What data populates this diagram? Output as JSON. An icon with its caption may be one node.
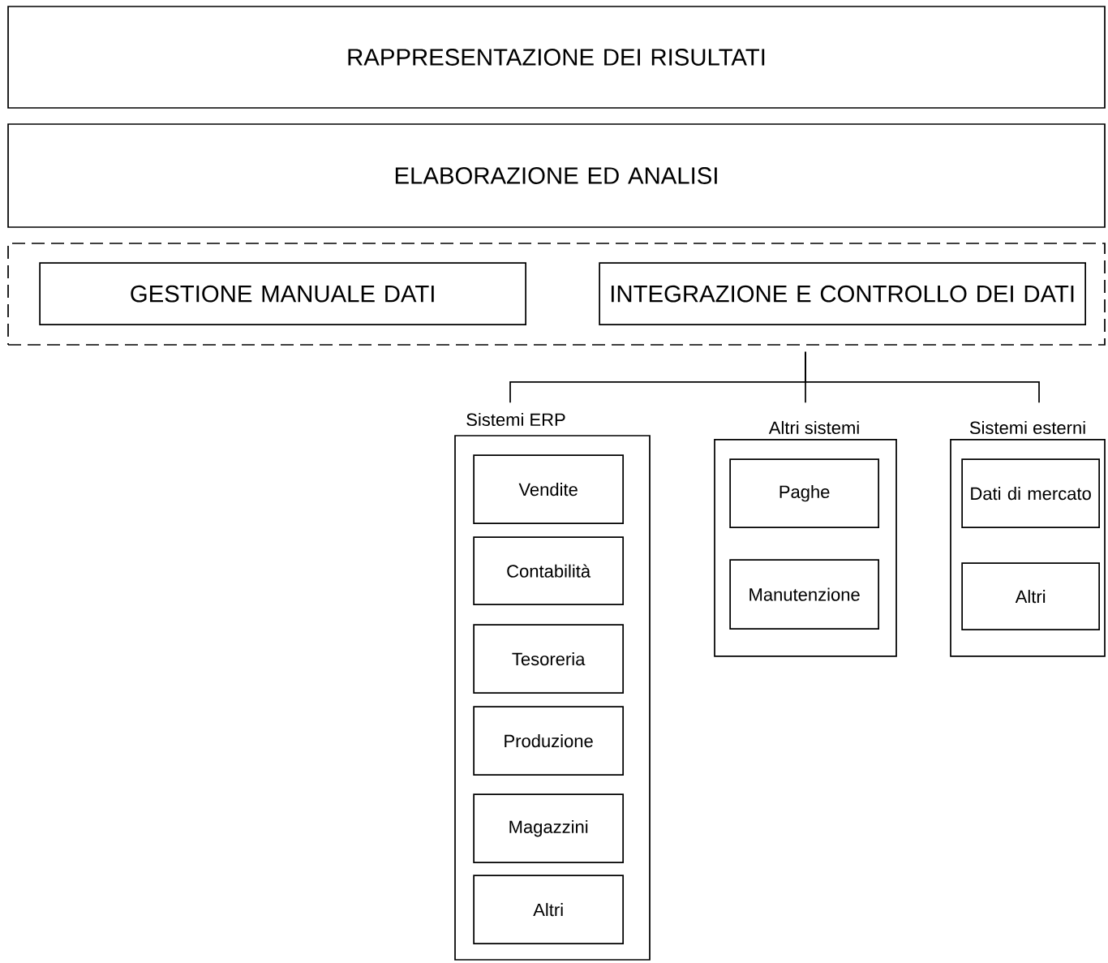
{
  "diagram": {
    "nodes": [
      {
        "text": [
          "RAPPRESENTAZIONE DEI RISULTATI"
        ]
      },
      {
        "text": [
          "ELABORAZIONE ED ANALISI"
        ]
      },
      {
        "text": [],
        "shape": "box"
      },
      {
        "text": [
          "GESTIONE MANUALE DATI"
        ],
        "in": 2
      },
      {
        "text": [
          "INTEGRAZIONE E CONTROLLO DEI DATI"
        ],
        "in": 2
      },
      {
        "text": [
          "Sistemi ERP"
        ]
      },
      {
        "text": [
          "Vendite"
        ],
        "in": 5
      },
      {
        "text": [
          "Contabilità"
        ],
        "in": 5
      },
      {
        "text": [
          "Tesoreria"
        ],
        "in": 5
      },
      {
        "text": [
          "Produzione"
        ],
        "in": 5
      },
      {
        "text": [
          "Magazzini"
        ],
        "in": 5
      },
      {
        "text": [
          "Altri"
        ],
        "in": 5
      },
      {
        "text": [
          "Altri sistemi"
        ]
      },
      {
        "text": [
          "Paghe"
        ],
        "in": 12
      },
      {
        "text": [
          "Manutenzione"
        ],
        "in": 12
      },
      {
        "text": [
          "Sistemi esterni"
        ]
      },
      {
        "text": [
          "Dati di mercato"
        ],
        "in": 15
      },
      {
        "text": [
          "Altri"
        ],
        "in": 15
      }
    ],
    "edges": [
      {
        "from": 2,
        "to": 5,
        "arrow": "none"
      },
      {
        "from": 2,
        "to": 12,
        "arrow": "none"
      },
      {
        "from": 2,
        "to": 15,
        "arrow": "none"
      }
    ]
  }
}
